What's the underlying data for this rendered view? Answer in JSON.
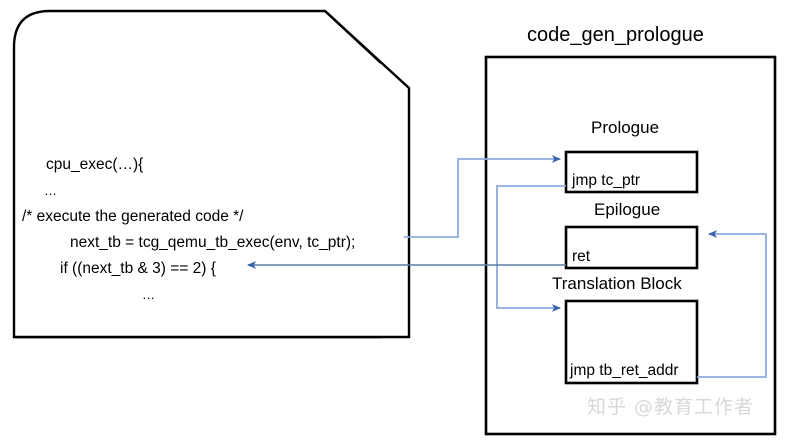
{
  "diagram": {
    "title": "code_gen_prologue",
    "watermark": "知乎 @教育工作者",
    "colors": {
      "shape_stroke": "#000000",
      "connector": "#8faadc",
      "connector_dark": "#5b7fa6",
      "arrowhead": "#3a64b0",
      "background": "#ffffff",
      "watermark": "#d8d8d8"
    },
    "left_panel": {
      "name": "cpu_exec code listing",
      "shape": "document-with-folded-corner",
      "code_lines": [
        "cpu_exec(…){",
        "…",
        "/* execute the generated code */",
        "next_tb = tcg_qemu_tb_exec(env, tc_ptr);",
        "if ((next_tb & 3) == 2) {",
        "…"
      ]
    },
    "right_panel": {
      "title": "code_gen_prologue",
      "blocks": [
        {
          "label": "Prologue",
          "instruction": "jmp tc_ptr"
        },
        {
          "label": "Epilogue",
          "instruction": "ret"
        },
        {
          "label": "Translation Block",
          "instruction": "jmp tb_ret_addr"
        }
      ]
    },
    "connectors": [
      {
        "name": "tb-exec-to-prologue",
        "from": "next_tb = tcg_qemu_tb_exec(env, tc_ptr);",
        "to": "Prologue"
      },
      {
        "name": "jmp-tc-ptr-to-translation-block",
        "from": "jmp tc_ptr",
        "to": "Translation Block"
      },
      {
        "name": "jmp-tb-ret-addr-to-epilogue",
        "from": "jmp tb_ret_addr",
        "to": "Epilogue"
      },
      {
        "name": "ret-to-if-statement",
        "from": "ret",
        "to": "if ((next_tb & 3) == 2) {"
      }
    ]
  }
}
